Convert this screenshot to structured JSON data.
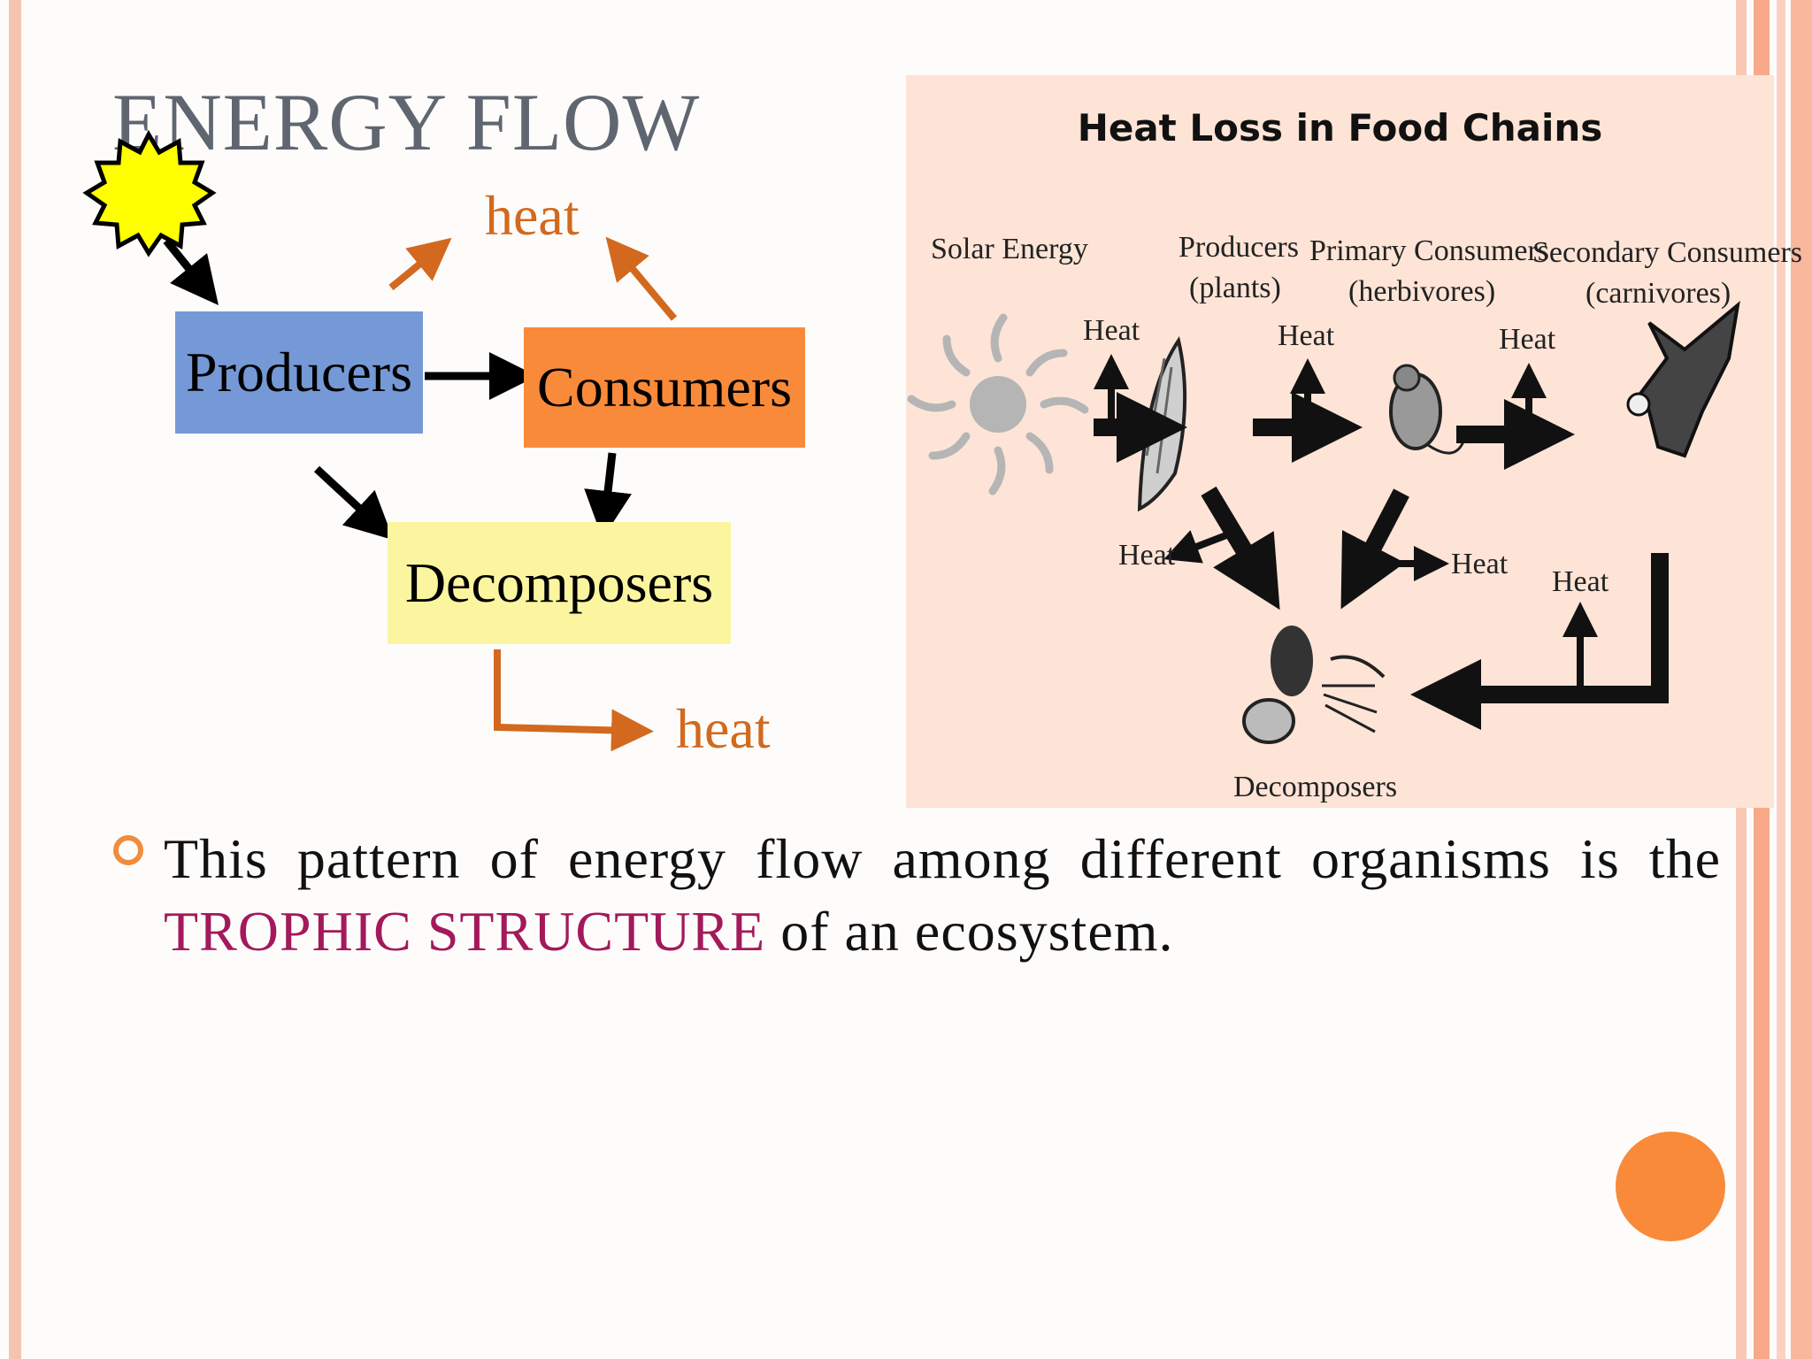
{
  "slide": {
    "title": "ENERGY FLOW",
    "colors": {
      "accent_orange": "#f98a3a",
      "title_gray": "#5f6670",
      "highlight": "#a3195b",
      "heat_orange": "#d2691e"
    }
  },
  "energy_diagram": {
    "producers": "Producers",
    "consumers": "Consumers",
    "decomposers": "Decomposers",
    "heat_top": "heat",
    "heat_bottom": "heat",
    "sun_icon": "sun-icon"
  },
  "food_chain_image": {
    "title": "Heat Loss in Food Chains",
    "solar_energy": "Solar Energy",
    "producers": "Producers",
    "producers_sub": "(plants)",
    "primary": "Primary Consumers",
    "primary_sub": "(herbivores)",
    "secondary": "Secondary Consumers",
    "secondary_sub": "(carnivores)",
    "heat": "Heat",
    "decomposers": "Decomposers"
  },
  "bullet": {
    "text_before": "This pattern of energy flow among different organisms is the ",
    "highlight": "TROPHIC STRUCTURE",
    "text_after": " of an ecosystem."
  }
}
